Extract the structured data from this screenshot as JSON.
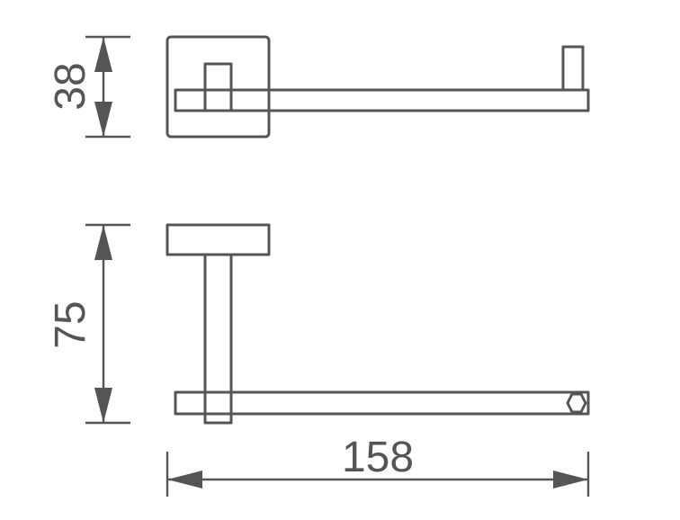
{
  "dimensions": {
    "height_top": "38",
    "height_side": "75",
    "length": "158"
  },
  "colors": {
    "line": "#555555",
    "background": "#ffffff"
  }
}
